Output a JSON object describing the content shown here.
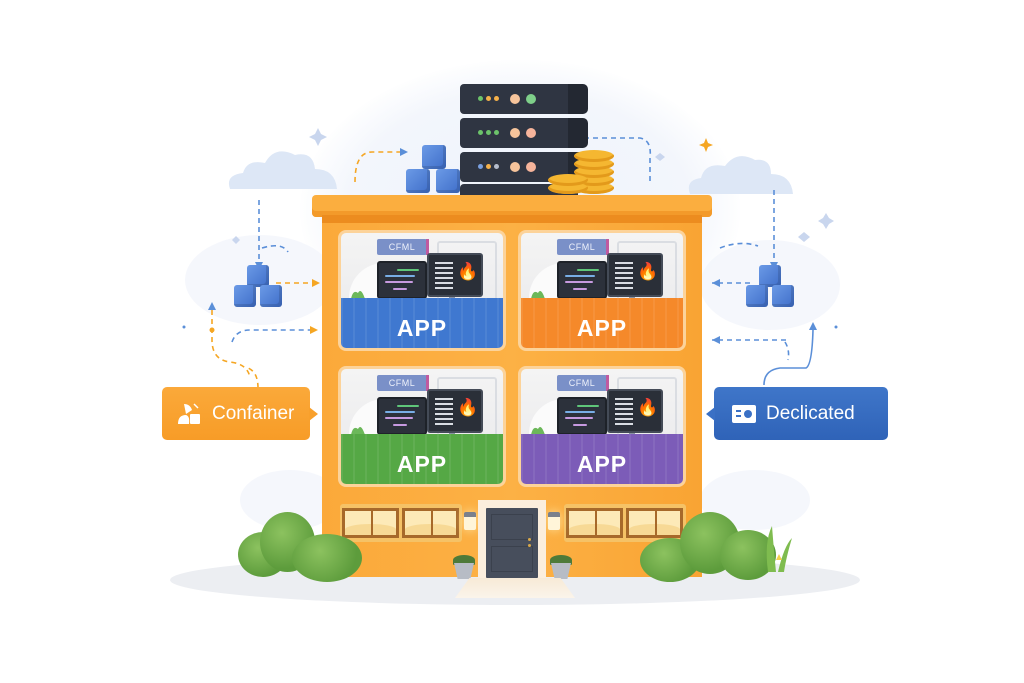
{
  "illustration": {
    "theme": "Application hosting building with container and dedicated options",
    "colors": {
      "building": "#fcb145",
      "roof": "#fbae3f",
      "app_blue": "#3f78d0",
      "app_orange": "#f5892a",
      "app_green": "#55a845",
      "app_purple": "#7c5cb8",
      "badge_container": "#f8a02c",
      "badge_dedicated": "#3a70c5",
      "server": "#2f3542",
      "cube": "#4f80d6",
      "dash_orange": "#f5a623",
      "dash_blue": "#5b8fd8"
    }
  },
  "rooms": [
    {
      "sign": "CFML",
      "label": "APP",
      "band_color": "#3f78d0",
      "position": "top-left"
    },
    {
      "sign": "CFML",
      "label": "APP",
      "band_color": "#f5892a",
      "position": "top-right"
    },
    {
      "sign": "CFML",
      "label": "APP",
      "band_color": "#55a845",
      "position": "bottom-left"
    },
    {
      "sign": "CFML",
      "label": "APP",
      "band_color": "#7c5cb8",
      "position": "bottom-right"
    }
  ],
  "badges": {
    "container": {
      "label": "Confainer",
      "icon": "people-blocks-icon"
    },
    "dedicated": {
      "label": "Declicated",
      "icon": "server-card-icon"
    }
  },
  "server_stack": {
    "units": 4,
    "icon": "server-rack-icon"
  },
  "icons": [
    "cloud-icon",
    "cube-cluster-icon",
    "coin-stack-icon",
    "flame-icon",
    "monitor-icon",
    "sparkle-icon",
    "lamp-icon",
    "bush-icon"
  ]
}
